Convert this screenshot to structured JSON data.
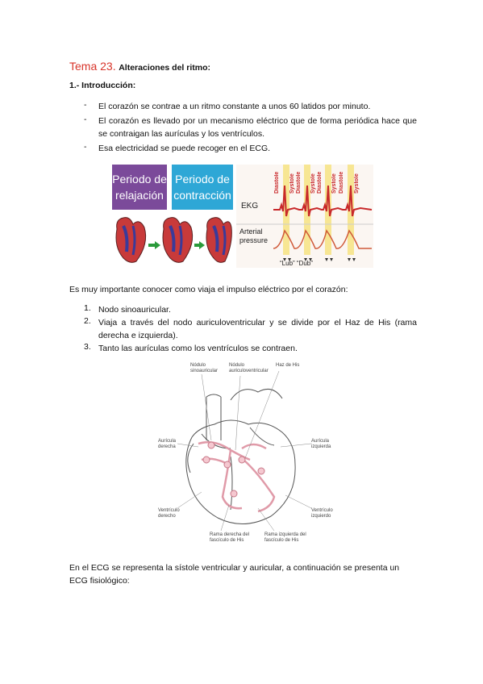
{
  "header": {
    "title_number": "Tema 23.",
    "title_text": "Alteraciones del ritmo:"
  },
  "section": {
    "heading": "1.- Introducción:"
  },
  "bullets": [
    "El corazón se contrae a un ritmo constante a unos 60 latidos por minuto.",
    "El corazón es llevado por un mecanismo eléctrico que de forma periódica hace que se contraigan las aurículas y los ventrículos.",
    "Esa electricidad se puede recoger en el ECG."
  ],
  "bullet_marker": "-",
  "figure1": {
    "relax_label_1": "Periodo de",
    "relax_label_2": "relajación",
    "contract_label_1": "Periodo de",
    "contract_label_2": "contracción",
    "ekg_label": "EKG",
    "arterial_label_1": "Arterial",
    "arterial_label_2": "pressure",
    "lub_dub": "“Lub” “Dub”",
    "diastole": "Diastole",
    "systole": "Systole"
  },
  "paragraph1": "Es muy importante conocer como viaja el impulso eléctrico por el corazón:",
  "ordered": [
    {
      "num": "1.",
      "text": "Nodo sinoauricular."
    },
    {
      "num": "2.",
      "text": "Viaja a través del nodo auriculoventricular y se divide por el Haz de His (rama derecha e izquierda)."
    },
    {
      "num": "3.",
      "text": "Tanto las aurículas como los ventrículos se contraen."
    }
  ],
  "figure2": {
    "nodulo_sino_1": "Nódulo",
    "nodulo_sino_2": "sinoauricular",
    "nodulo_av_1": "Nódulo",
    "nodulo_av_2": "auriculoventricular",
    "haz_his": "Haz de His",
    "auricula_der_1": "Aurícula",
    "auricula_der_2": "derecha",
    "auricula_izq_1": "Aurícula",
    "auricula_izq_2": "izquierda",
    "ventriculo_der_1": "Ventrículo",
    "ventriculo_der_2": "derecho",
    "ventriculo_izq_1": "Ventrículo",
    "ventriculo_izq_2": "izquierdo",
    "rama_der_1": "Rama derecha del",
    "rama_der_2": "fascículo de His",
    "rama_izq_1": "Rama izquierda del",
    "rama_izq_2": "fascículo de His"
  },
  "paragraph2_line1": "En el ECG se representa la sístole ventricular y auricular, a continuación se presenta un",
  "paragraph2_line2": "ECG fisiológico:",
  "colors": {
    "title_red": "#d8342a",
    "relax_purple": "#7b4a9a",
    "contract_blue": "#2ea7d6",
    "ekg_red": "#c8282a",
    "systole_yellow": "#f6e27a"
  }
}
